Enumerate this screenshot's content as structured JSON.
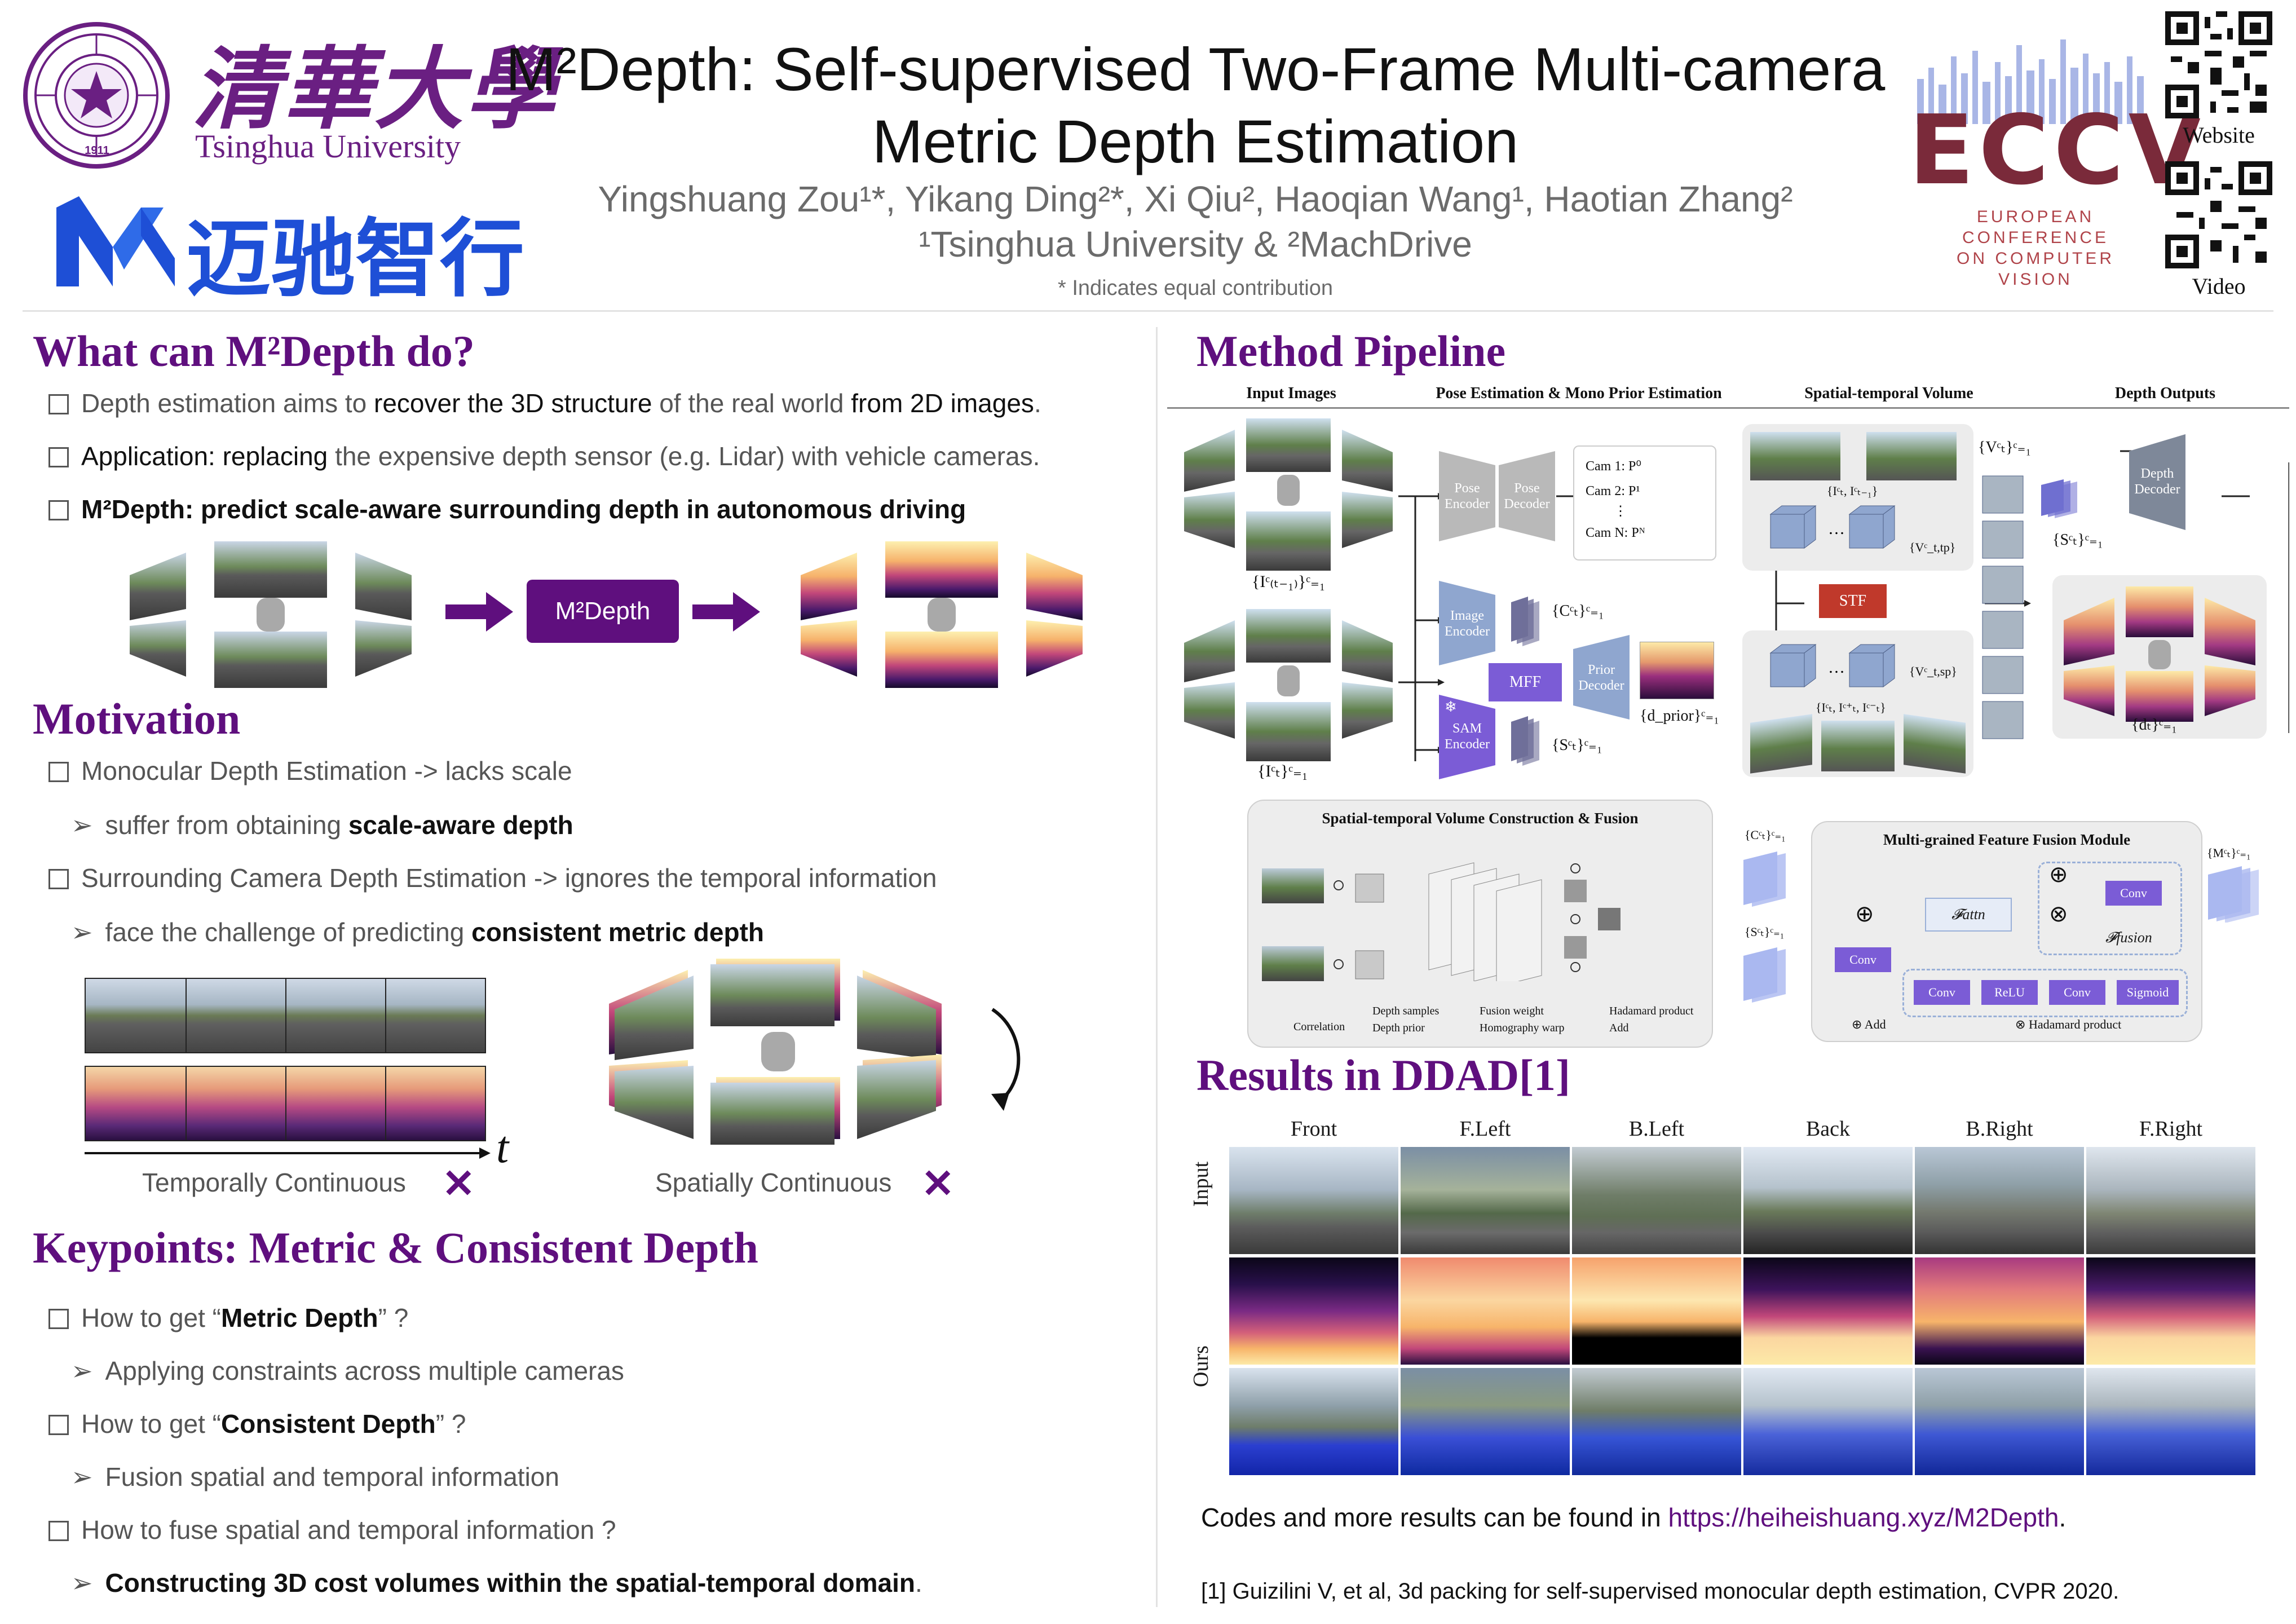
{
  "header": {
    "university_cn": "清華大學",
    "university_en": "Tsinghua University",
    "company_cn": "迈驰智行",
    "title_line1": "M²Depth: Self-supervised Two-Frame Multi-camera",
    "title_line2": "Metric Depth Estimation",
    "authors": "Yingshuang Zou¹*,  Yikang Ding²*,  Xi Qiu²,  Haoqian Wang¹,  Haotian Zhang²",
    "affiliations": "¹Tsinghua University &  ²MachDrive",
    "note": "* Indicates equal contribution",
    "conf_logo": "ECCV",
    "conf_sub": [
      "EUROPEAN",
      "CONFERENCE",
      "ON COMPUTER",
      "VISION"
    ],
    "qr_website_label": "Website",
    "qr_video_label": "Video",
    "seal_text": "1911"
  },
  "section_what": {
    "title": "What can M²Depth do?",
    "bullets": [
      {
        "pre": "Depth estimation aims to ",
        "b1": "recover the 3D structure",
        "mid": " of the real world ",
        "b2": "from 2D images",
        "post": "."
      },
      {
        "pre": "Application: replacing ",
        "b1": "the expensive depth sensor (e.g. Lidar)",
        "mid": " with vehicle cameras.",
        "b2": "",
        "post": ""
      },
      {
        "pre": "",
        "b1": "M²Depth: predict scale-aware surrounding depth in autonomous driving",
        "mid": "",
        "b2": "",
        "post": ""
      }
    ],
    "model_label": "M²Depth"
  },
  "section_motivation": {
    "title": "Motivation",
    "b1": "Monocular Depth Estimation -> lacks scale",
    "b1_sub_pre": "suffer from obtaining ",
    "b1_sub_bold": "scale-aware depth",
    "b2": "Surrounding Camera Depth Estimation -> ignores the temporal information",
    "b2_sub_pre": "face the challenge of predicting ",
    "b2_sub_bold": "consistent metric depth",
    "t_label": "t",
    "temporal_label": "Temporally Continuous",
    "spatial_label": "Spatially Continuous",
    "cross": "✕"
  },
  "section_keypoints": {
    "title": "Keypoints: Metric & Consistent Depth",
    "q1_pre": "How to get “",
    "q1_bold": "Metric Depth",
    "q1_post": "” ?",
    "a1": "Applying constraints across multiple cameras",
    "q2_pre": "How to get “",
    "q2_bold": "Consistent Depth",
    "q2_post": "” ?",
    "a2": "Fusion spatial and temporal information",
    "q3": "How to fuse spatial and temporal information ?",
    "a3_bold": "Constructing 3D cost volumes within the spatial-temporal domain",
    "a3_post": "."
  },
  "section_pipeline": {
    "title": "Method Pipeline",
    "col_headers": [
      "Input Images",
      "Pose Estimation & Mono Prior Estimation",
      "Spatial-temporal Volume",
      "Depth Outputs"
    ],
    "blocks": {
      "pose_encoder": "Pose Encoder",
      "pose_decoder": "Pose Decoder",
      "image_encoder": "Image Encoder",
      "sam_encoder": "SAM Encoder",
      "mff": "MFF",
      "prior_decoder": "Prior Decoder",
      "stf": "STF",
      "depth_decoder": "Depth Decoder"
    },
    "cams": [
      "Cam 1:  P⁰",
      "Cam 2:  P¹",
      "⋮",
      "Cam N:  Pᴺ"
    ],
    "symbols": {
      "in_prev": "{Iᶜ₍ₜ₋₁₎}ᶜ₌₁",
      "in_cur": "{Iᶜₜ}ᶜ₌₁",
      "c_feat": "{Cᶜₜ}ᶜ₌₁",
      "s_feat": "{Sᶜₜ}ᶜ₌₁",
      "d_prior": "{d_prior}ᶜ₌₁",
      "v_feat": "{Vᶜₜ}ᶜ₌₁",
      "s_out": "{Sᶜₜ}ᶜ₌₁",
      "d_out": "{dₜ}ᶜ₌₁",
      "v_tp": "{Vᶜ_t,tp}",
      "v_sp": "{Vᶜ_t,sp}",
      "i_pair1": "{Iᶜₜ, Iᶜₜ₋₁}",
      "i_pair2": "{Iᶜₜ, Iᶜ⁺ₜ, Iᶜ⁻ₜ}"
    },
    "stv_title": "Spatial-temporal Volume Construction & Fusion",
    "stv_legend": [
      "Depth samples",
      "Depth prior",
      "Fusion weight",
      "Homography warp",
      "Hadamard product",
      "Add",
      "Correlation"
    ],
    "mff_title": "Multi-grained Feature Fusion Module",
    "mff_blocks": [
      "Conv",
      "Conv",
      "Conv",
      "ReLU",
      "Conv",
      "Sigmoid"
    ],
    "mff_attn": "𝓕attn",
    "mff_fusion": "𝓕fusion",
    "mff_legend": [
      "Add",
      "Hadamard product"
    ],
    "mff_inputs": [
      "{Cᶜₜ}ᶜ₌₁",
      "{Sᶜₜ}ᶜ₌₁"
    ],
    "mff_output": "{Mᶜₜ}ᶜ₌₁"
  },
  "section_results": {
    "title": "Results in DDAD[1]",
    "columns": [
      "Front",
      "F.Left",
      "B.Left",
      "Back",
      "B.Right",
      "F.Right"
    ],
    "row_labels": [
      "Input",
      "Ours"
    ],
    "codes_pre": "Codes and more results can be found in ",
    "codes_link": "https://heiheishuang.xyz/M2Depth",
    "codes_post": ".",
    "reference": "[1] Guizilini V, et al, 3d packing for self-supervised monocular depth estimation, CVPR 2020."
  },
  "colors": {
    "brand_purple": "#5f0f7e",
    "block_blue": "#8fa6cf",
    "stf_red": "#c0392b",
    "mff_purple": "#7b5cd6"
  }
}
